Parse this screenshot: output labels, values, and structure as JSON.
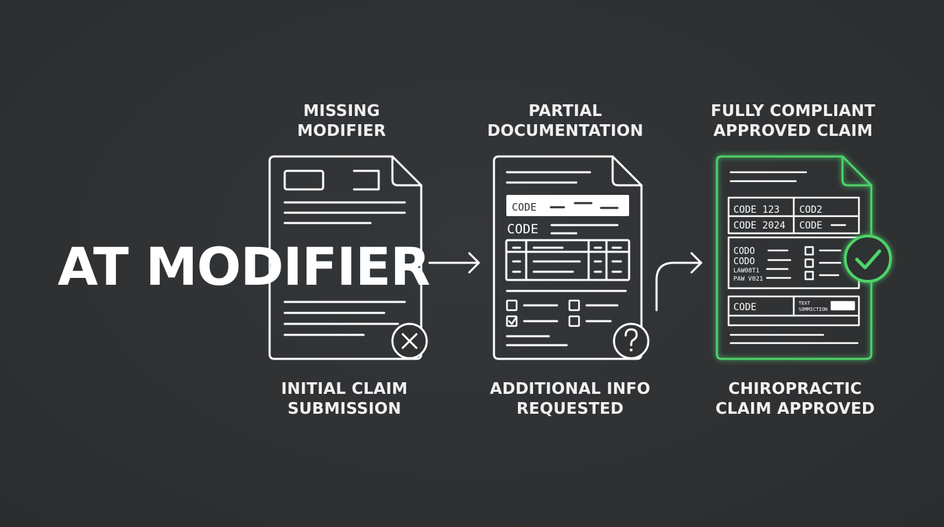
{
  "title": "AT MODIFIER",
  "colors": {
    "background": "#2f3133",
    "line": "#ffffff",
    "accent_green": "#4fd36a"
  },
  "stages": [
    {
      "top_label": [
        "MISSING",
        "MODIFIER"
      ],
      "bottom_label": [
        "INITIAL CLAIM",
        "SUBMISSION"
      ],
      "status_icon": "x-circle-icon"
    },
    {
      "top_label": [
        "PARTIAL",
        "DOCUMENTATION"
      ],
      "bottom_label": [
        "ADDITIONAL INFO",
        "REQUESTED"
      ],
      "status_icon": "question-circle-icon",
      "doc_text": {
        "code_highlight": "CODE",
        "code_line": "CODE"
      }
    },
    {
      "top_label": [
        "FULLY COMPLIANT",
        "APPROVED CLAIM"
      ],
      "bottom_label": [
        "CHIROPRACTIC",
        "CLAIM APPROVED"
      ],
      "status_icon": "check-circle-icon",
      "doc_text": {
        "code_123": "CODE 123",
        "code_2": "COD2",
        "code_2024": "CODE 2024",
        "code_r": "CODE",
        "code_a": "CODO",
        "code_b": "CODO",
        "small_a": "LAW08T1",
        "small_b": "PAW V021",
        "code_bottom": "CODE",
        "text_tiny": "TEXT",
        "text_tiny2": "SOMMICTION"
      }
    }
  ]
}
